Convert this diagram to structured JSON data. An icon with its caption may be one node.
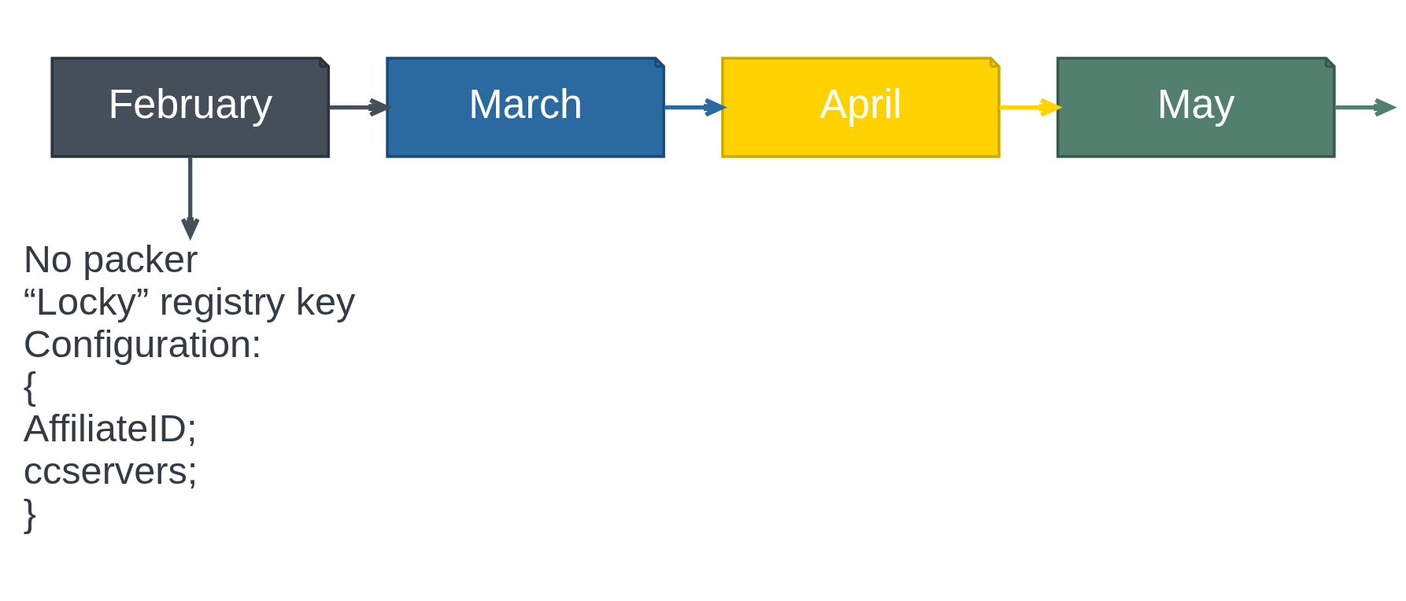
{
  "diagram": {
    "nodes": [
      {
        "text": [
          "February"
        ]
      },
      {
        "text": [
          "March"
        ]
      },
      {
        "text": [
          "April"
        ]
      },
      {
        "text": [
          "May"
        ]
      },
      {
        "text": [
          "No packer",
          "“Locky” registry key",
          "Configuration:",
          "{",
          "AffiliateID;",
          "ccservers;",
          "}"
        ]
      }
    ],
    "edges": [
      {
        "from": 0,
        "to": 1,
        "arrow": "to",
        "color": "#444f59"
      },
      {
        "from": 1,
        "to": 2,
        "arrow": "to",
        "color": "#2a6aa0"
      },
      {
        "from": 2,
        "to": 3,
        "arrow": "to",
        "color": "#ffd200"
      },
      {
        "from": 3,
        "to": null,
        "arrow": "to",
        "color": "#527f6e"
      },
      {
        "from": 0,
        "to": 4,
        "arrow": "to",
        "color": "#444f59"
      }
    ]
  }
}
